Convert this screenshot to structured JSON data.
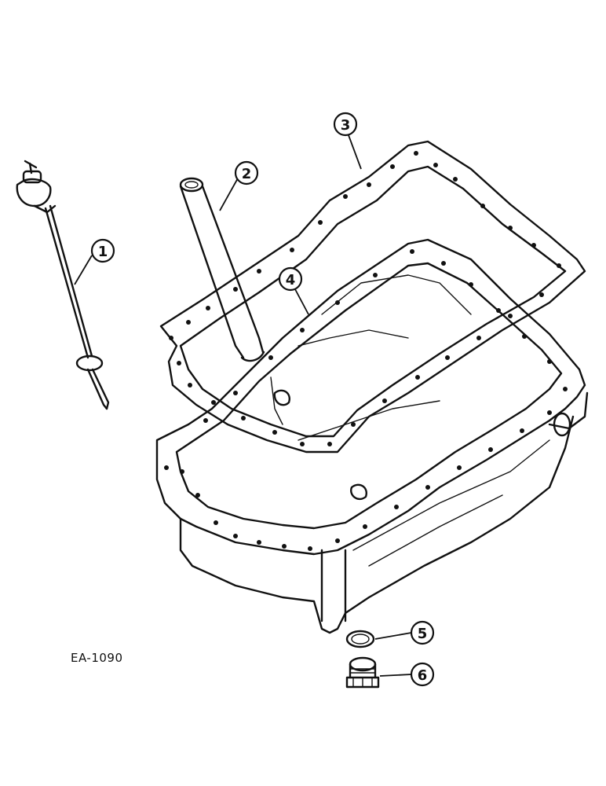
{
  "diagram": {
    "callouts": [
      {
        "id": "1",
        "part": "dipstick"
      },
      {
        "id": "2",
        "part": "dipstick-tube"
      },
      {
        "id": "3",
        "part": "oil-pan-gasket"
      },
      {
        "id": "4",
        "part": "oil-pan"
      },
      {
        "id": "5",
        "part": "drain-plug-washer"
      },
      {
        "id": "6",
        "part": "drain-plug"
      }
    ],
    "figure_code": "EA-1090"
  }
}
